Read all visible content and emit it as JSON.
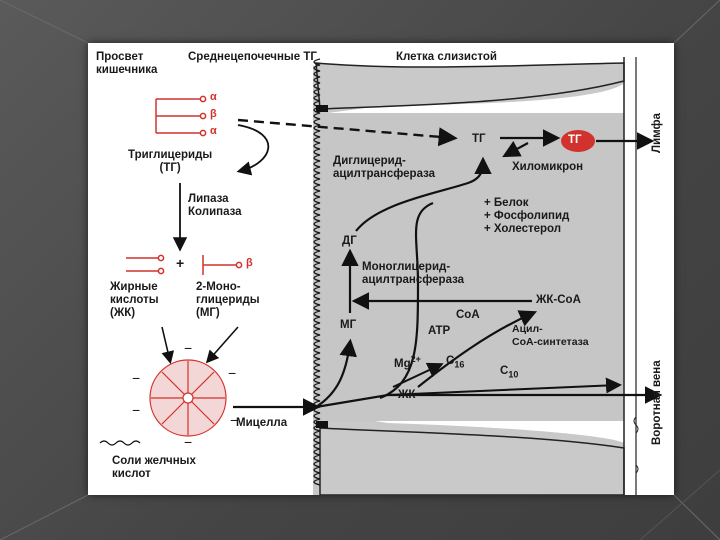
{
  "header": {
    "lumen": "Просвет\nкишечника",
    "medium_tg": "Среднецепочечные ТГ",
    "cell": "Клетка слизистой"
  },
  "left": {
    "greek": [
      "α",
      "β",
      "α"
    ],
    "triglycerides": "Триглицериды\n(ТГ)",
    "lipase": "Липаза\nКолипаза",
    "plus": "+",
    "beta": "β",
    "fatty_acids": "Жирные\nкислоты\n(ЖК)",
    "monoglycerides": "2-Моно-\nглицериды\n(МГ)",
    "micelle": "Мицелла",
    "bile_salts": "Соли желчных\nкислот"
  },
  "cell": {
    "tg": "ТГ",
    "tg_circle": "ТГ",
    "diglyceride_acyltransferase": "Диглицерид-\nацилтрансфераза",
    "chylomicron": "Хиломикрон",
    "additions": "+ Белок\n+ Фосфолипид\n+ Холестерол",
    "dg": "ДГ",
    "monoglyceride_acyltransferase": "Моноглицерид-\nацилтрансфераза",
    "mg": "МГ",
    "fa_coa": "ЖК-CoA",
    "coa": "CoA",
    "atp": "ATP",
    "acyl_coa_synthetase": "Ацил-\nCoA-синтетаза",
    "mg2": "Mg",
    "mg2_sup": "2+",
    "c16": "C",
    "c16_sub": "16",
    "c10": "C",
    "c10_sub": "10",
    "fa": "ЖК"
  },
  "right": {
    "lymph": "Лимфа",
    "portal_vein": "Воротная вена"
  },
  "colors": {
    "background": "#4a4a4a",
    "cell_fill": "#c9c9c9",
    "accent_red": "#d2322d",
    "ink": "#1a1a1a"
  }
}
